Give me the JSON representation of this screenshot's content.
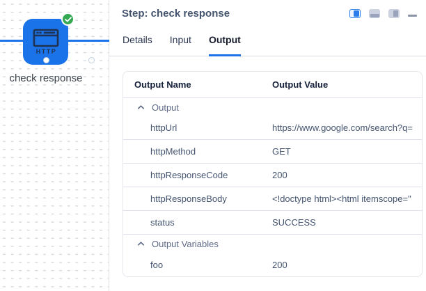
{
  "canvas": {
    "node": {
      "label": "check response",
      "type_label": "HTTP",
      "status": "success"
    }
  },
  "panel": {
    "title": "Step: check response",
    "window_controls": [
      "split-view-icon",
      "bottom-panel-icon",
      "right-panel-icon",
      "minimize-icon"
    ],
    "tabs": [
      {
        "label": "Details",
        "active": false
      },
      {
        "label": "Input",
        "active": false
      },
      {
        "label": "Output",
        "active": true
      }
    ],
    "table": {
      "columns": [
        "Output Name",
        "Output Value"
      ],
      "groups": [
        {
          "label": "Output",
          "rows": [
            {
              "name": "httpUrl",
              "value": "https://www.google.com/search?q="
            },
            {
              "name": "httpMethod",
              "value": "GET"
            },
            {
              "name": "httpResponseCode",
              "value": "200"
            },
            {
              "name": "httpResponseBody",
              "value": "<!doctype html><html itemscope=\""
            },
            {
              "name": "status",
              "value": "SUCCESS"
            }
          ]
        },
        {
          "label": "Output Variables",
          "rows": [
            {
              "name": "foo",
              "value": "200"
            }
          ]
        }
      ]
    }
  },
  "colors": {
    "accent_blue": "#1a73e8",
    "success_green": "#34a853"
  }
}
